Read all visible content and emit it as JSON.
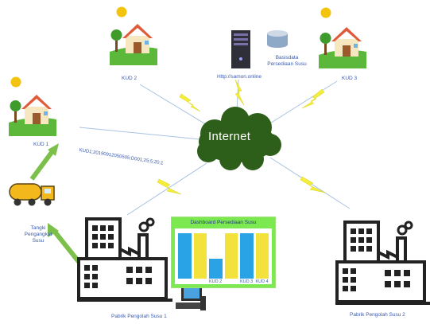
{
  "nodes": {
    "kud1": "KUD 1",
    "kud2": "KUD 2",
    "kud3": "KUD 3",
    "server_name": "Basisdata Persediaan Susu",
    "server_url": "Http://samon.online",
    "internet": "Internet",
    "data_string": "KUD1;20190912050505;D001;25;5;20;1",
    "tanker": "Tangki Pengangkut Susu",
    "factory1": "Pabrik Pengolah Susu 1",
    "factory2": "Pabrik Pengolah Susu 2"
  },
  "dashboard": {
    "title": "Dashboard Persediaan Susu",
    "bars": [
      {
        "label": "",
        "value": 0.95,
        "color": "#2aa3e6"
      },
      {
        "label": "",
        "value": 0.95,
        "color": "#f4e23c"
      },
      {
        "label": "KUD 2",
        "value": 0.42,
        "color": "#2aa3e6"
      },
      {
        "label": "",
        "value": 0.95,
        "color": "#f4e23c"
      },
      {
        "label": "KUD 3",
        "value": 0.95,
        "color": "#2aa3e6"
      },
      {
        "label": "KUD 4",
        "value": 0.95,
        "color": "#f4e23c"
      }
    ]
  },
  "colors": {
    "bolt": "#f4ee3a",
    "arrow": "#7cbf4a",
    "cloud": "#2d5e1a",
    "label": "#3b5bb0"
  }
}
